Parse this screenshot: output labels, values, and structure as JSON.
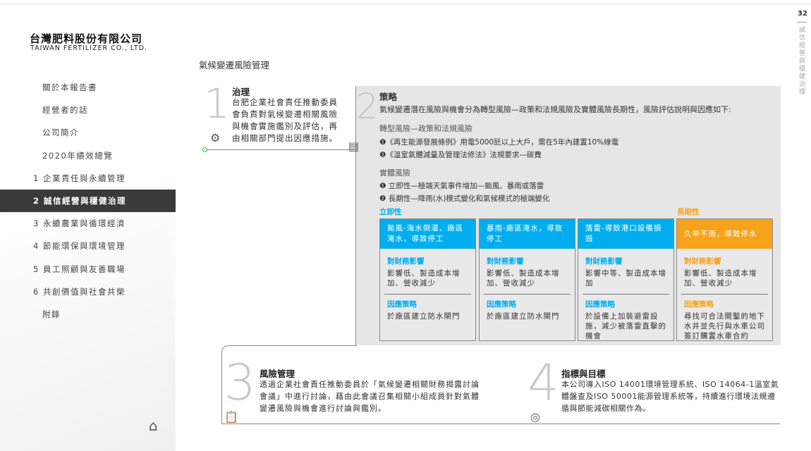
{
  "header": {
    "page_number": "32",
    "chapter_vertical": "誠信經營與穩健治理"
  },
  "logo": {
    "cn": "台灣肥料股份有限公司",
    "en": "TAIWAN FERTILIZER CO., LTD."
  },
  "sidebar": {
    "items": [
      {
        "label": "關於本報告書"
      },
      {
        "label": "經營者的話"
      },
      {
        "label": "公司簡介"
      },
      {
        "label": "2020年績效總覽"
      },
      {
        "label": "1 企業責任與永續管理"
      },
      {
        "label": "2 誠信經營與穩健治理"
      },
      {
        "label": "3 永續農業與循環經濟"
      },
      {
        "label": "4 節能環保與環境管理"
      },
      {
        "label": "5 員工照顧與友善職場"
      },
      {
        "label": "6 共創價值與社會共榮"
      },
      {
        "label": "附錄"
      }
    ],
    "active_index": 5
  },
  "main": {
    "title": "氣候變遷風險管理",
    "governance": {
      "num": "1",
      "title": "治理",
      "text": "台肥企業社會責任推動委員會負責對氣候變遷相關風險與機會實施鑑別及評估，再由相關部門提出因應措施。"
    },
    "strategy": {
      "num": "2",
      "title": "策略",
      "intro": "氣候變遷潛在風險與機會分為轉型風險—政策和法規風險及實體風險長期性，風險評估說明與因應如下:",
      "transition_title": "轉型風險—政策和法規風險",
      "transition_items": [
        "❶《再生能源發展條例》用電5000瓩以上大戶，需在5年內建置10%綠電",
        "❷《溫室氣體減量及管理法修法》法規要求—碳費"
      ],
      "physical_title": "實體風險",
      "physical_items": [
        "❶ 立即性—極端天氣事件增加—颱風、暴雨或落雷",
        "❷ 長期性—降雨(水)模式變化和氣候模式的極端變化"
      ],
      "label_acute": "立即性",
      "label_chronic": "長期性",
      "colors": {
        "acute": "#00aeef",
        "chronic": "#f7a21b"
      },
      "cards": [
        {
          "title": "颱風-海水倒灌、廠區淹水，導致停工",
          "impact_label": "對財務影響",
          "impact": "影響低、製造成本增加、營收減少",
          "strategy_label": "因應策略",
          "strategy": "於廠區建立防水閘門",
          "type": "acute"
        },
        {
          "title": "暴雨-廠區淹水，導致停工",
          "impact_label": "對財務影響",
          "impact": "影響低、製造成本增加、營收減少",
          "strategy_label": "因應策略",
          "strategy": "於廠區建立防水閘門",
          "type": "acute"
        },
        {
          "title": "落雷-導致港口設備損毀",
          "impact_label": "對財務影響",
          "impact": "影響中等、製造成本增加",
          "strategy_label": "因應策略",
          "strategy": "於設備上加裝避雷設施，減少被落雷直擊的機會",
          "type": "acute"
        },
        {
          "title": "久旱不雨，導致停水",
          "impact_label": "對財務影響",
          "impact": "影響低、製造成本增加、營收減少",
          "strategy_label": "因應策略",
          "strategy": "尋找可合法開鑿的地下水井並先行與水車公司簽訂購置水車合約",
          "type": "chronic"
        }
      ]
    },
    "risk": {
      "num": "3",
      "title": "風險管理",
      "text": "透過企業社會責任推動委員於「氣候變遷相關財務揭露討論會議」中進行討論，藉由此會議召集相關小組成員針對氣體變遷風險與機會進行討論與鑑別。"
    },
    "metrics": {
      "num": "4",
      "title": "指標與目標",
      "text": "本公司導入ISO 14001環境管理系統、ISO 14064-1溫室氣體盤查及ISO 50001能源管理系統等，持續進行環境法規遵循與節能減碳相關作為。"
    }
  }
}
